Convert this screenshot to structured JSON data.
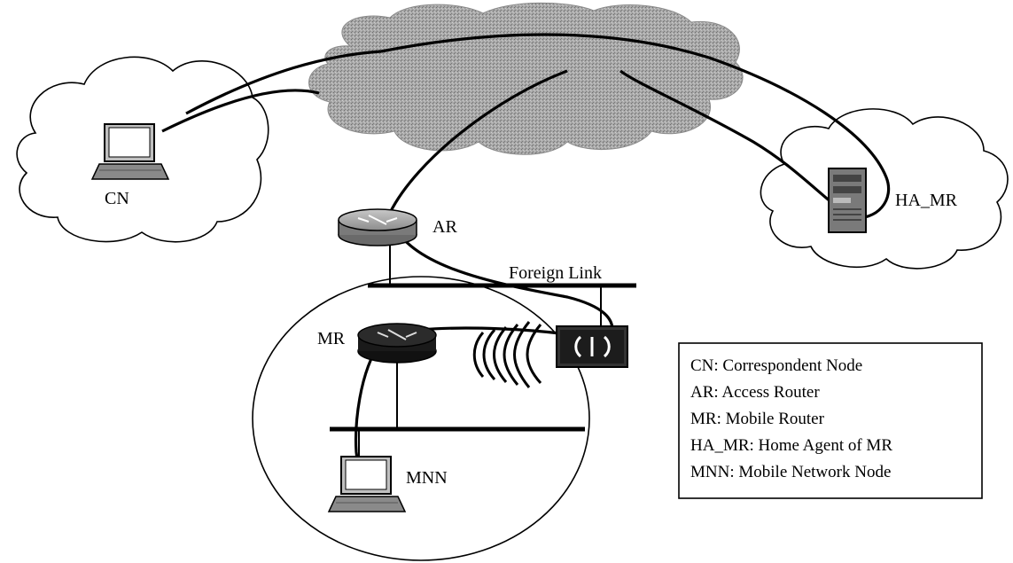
{
  "labels": {
    "cn": "CN",
    "ar": "AR",
    "ha_mr": "HA_MR",
    "foreign_link": "Foreign Link",
    "mr": "MR",
    "mnn": "MNN"
  },
  "legend": {
    "items": [
      "CN: Correspondent Node",
      "AR: Access Router",
      "MR: Mobile Router",
      "HA_MR: Home Agent of MR",
      "MNN: Mobile Network Node"
    ]
  },
  "colors": {
    "internet_cloud": "#a9a9a9",
    "router": "#8a8a8a",
    "mobile_router": "#2a2a2a",
    "line": "#000000"
  },
  "icons": {
    "cn": "laptop-icon",
    "mnn": "laptop-icon",
    "ar": "router-icon",
    "mr": "router-icon",
    "ha_mr": "server-icon",
    "access_point": "wireless-access-point-icon"
  }
}
